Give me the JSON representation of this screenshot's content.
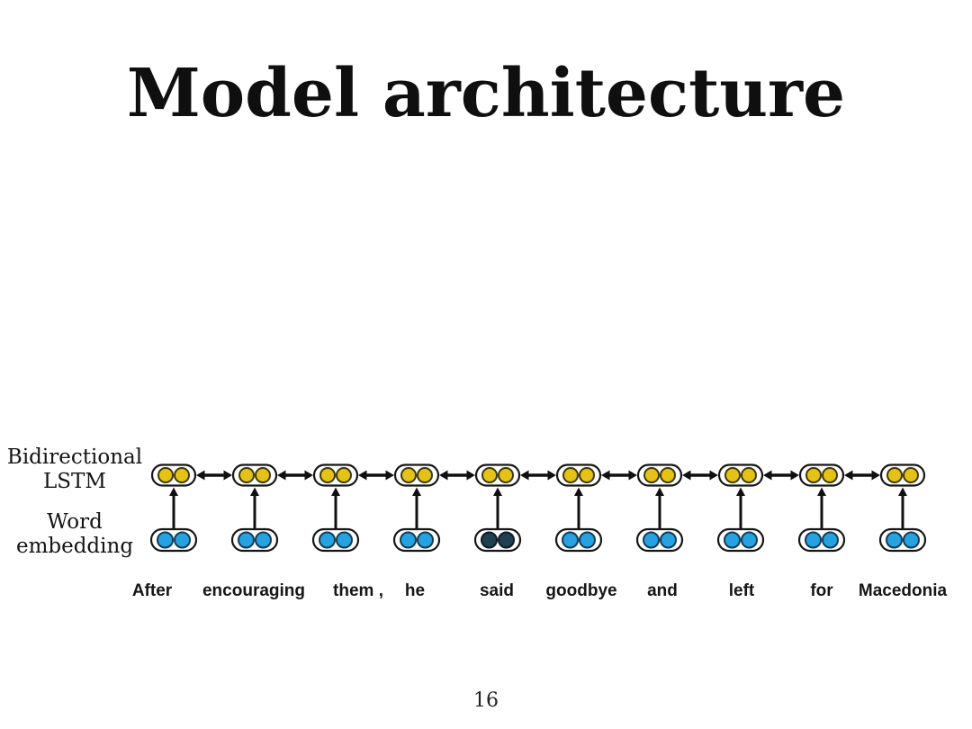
{
  "slide": {
    "title": "Model architecture",
    "page_number": "16"
  },
  "diagram": {
    "layer_labels": [
      {
        "lines": [
          "Bidirectional",
          "LSTM"
        ]
      },
      {
        "lines": [
          "Word",
          "embedding"
        ]
      }
    ],
    "tokens": [
      {
        "word": "After",
        "embedding_color": "blue"
      },
      {
        "word": "encouraging",
        "embedding_color": "blue"
      },
      {
        "word": "them ,",
        "embedding_color": "blue"
      },
      {
        "word": "he",
        "embedding_color": "blue"
      },
      {
        "word": "said",
        "embedding_color": "dark"
      },
      {
        "word": "goodbye",
        "embedding_color": "blue"
      },
      {
        "word": "and",
        "embedding_color": "blue"
      },
      {
        "word": "left",
        "embedding_color": "blue"
      },
      {
        "word": "for",
        "embedding_color": "blue"
      },
      {
        "word": "Macedonia",
        "embedding_color": "blue"
      }
    ],
    "colors": {
      "lstm_unit_fill": "#e4c216",
      "lstm_unit_stroke": "#3f3808",
      "embedding_fill": "#26a2e0",
      "embedding_stroke": "#143b55",
      "embedding_dark_fill": "#20404f",
      "embedding_dark_stroke": "#0c1c26",
      "cell_fill": "#ffffff",
      "cell_stroke": "#161616",
      "arrow": "#101010"
    }
  }
}
